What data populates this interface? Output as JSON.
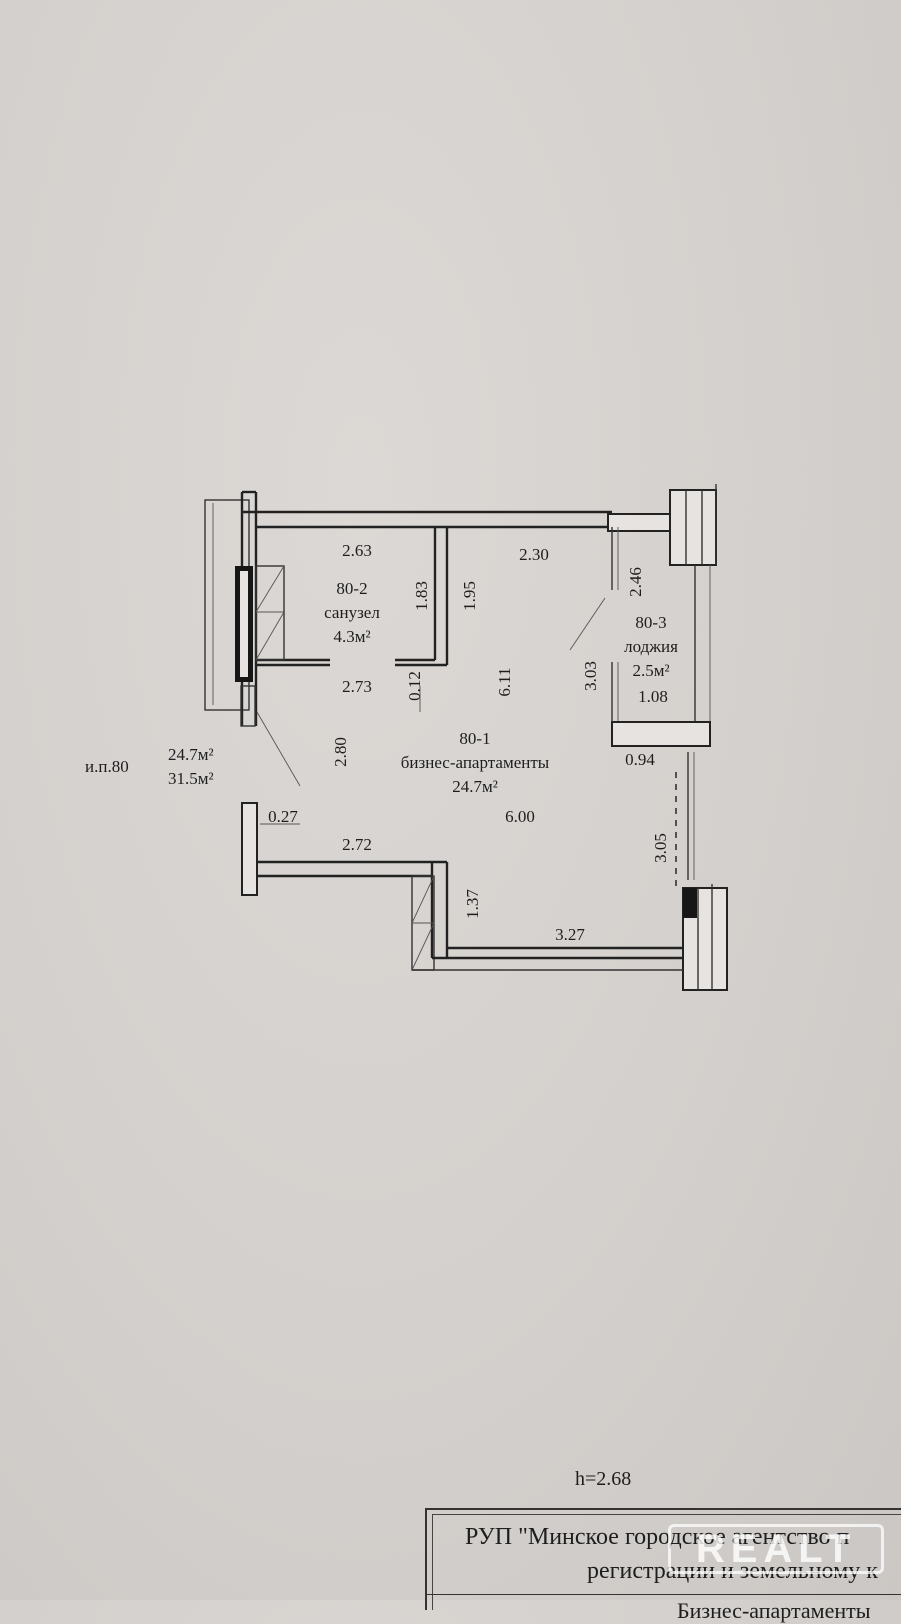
{
  "plan": {
    "unit_label": "и.п.80",
    "unit_area_living": "24.7м²",
    "unit_area_total": "31.5м²",
    "rooms": [
      {
        "code": "80-2",
        "name": "санузел",
        "area": "4.3м²"
      },
      {
        "code": "80-1",
        "name": "бизнес-апартаменты",
        "area": "24.7м²"
      },
      {
        "code": "80-3",
        "name": "лоджия",
        "area": "2.5м²"
      }
    ],
    "dimensions": [
      "2.63",
      "2.30",
      "1.83",
      "1.95",
      "2.46",
      "3.03",
      "6.11",
      "2.73",
      "0.12",
      "1.08",
      "2.80",
      "0.94",
      "6.00",
      "0.27",
      "2.72",
      "3.05",
      "1.37",
      "3.27"
    ]
  },
  "footer": {
    "ceiling_height": "h=2.68",
    "stamp_line1": "РУП \"Минское городское агентство п",
    "stamp_line2": "регистрации и земельному к",
    "stamp_line3": "Бизнес-апартаменты"
  },
  "watermark": "REALT"
}
